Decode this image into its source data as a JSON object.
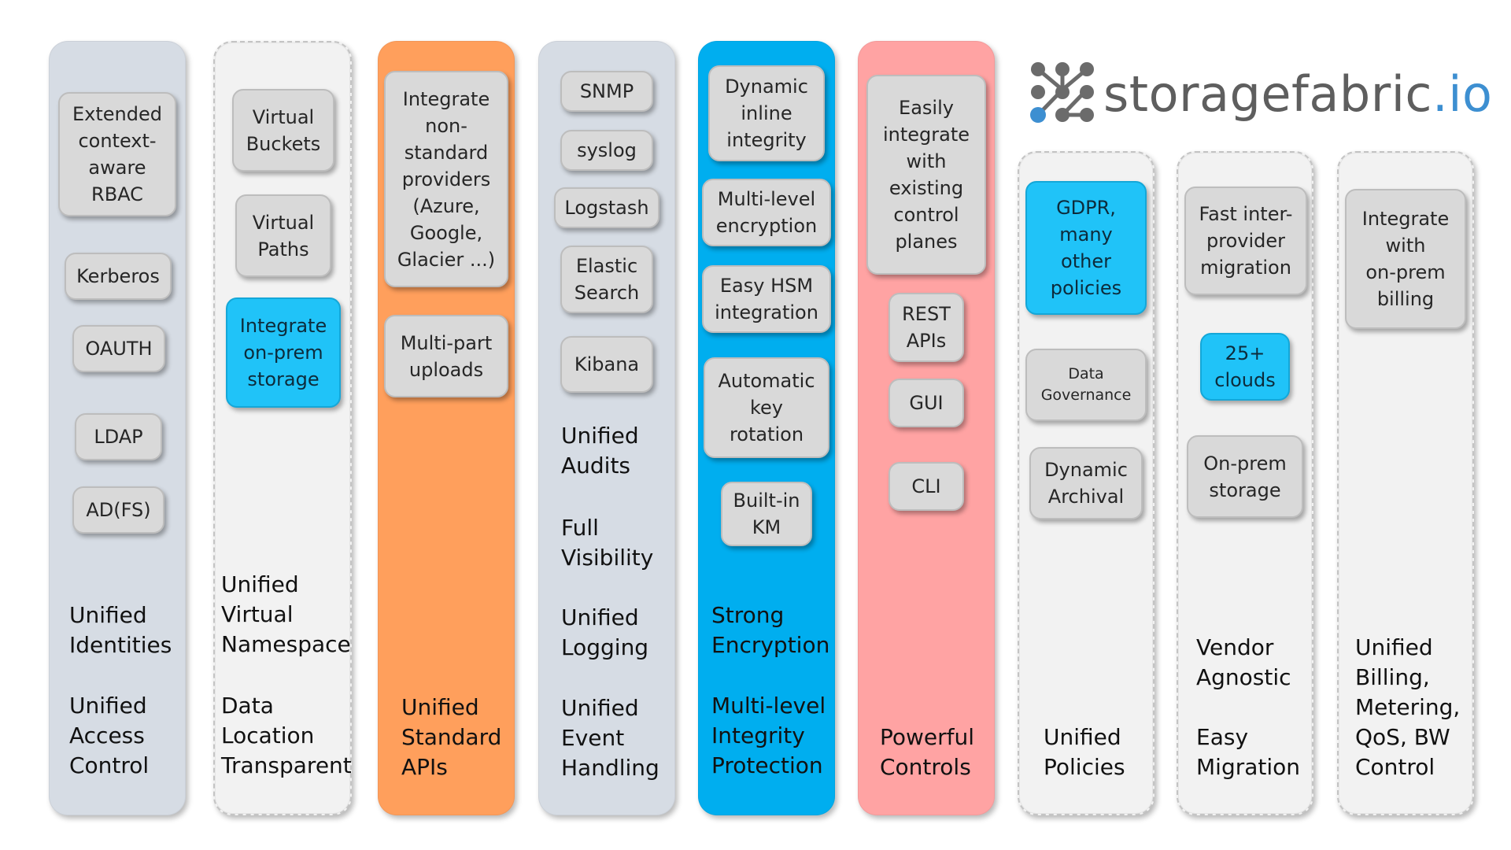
{
  "logo": {
    "wordmark": "storagefabric",
    "tld": ".io",
    "icon": "network-nodes-icon",
    "accent_color": "#3d8fd1"
  },
  "columns": [
    {
      "id": "identities",
      "color": "#d6dce4",
      "boxes": [
        "Extended context-aware RBAC",
        "Kerberos",
        "OAUTH",
        "LDAP",
        "AD(FS)"
      ],
      "labels": [
        "Unified Identities",
        "Unified Access Control"
      ]
    },
    {
      "id": "namespace",
      "color": "#f2f2f2",
      "boxes": [
        "Virtual Buckets",
        "Virtual Paths",
        "Integrate on-prem storage"
      ],
      "labels": [
        "Unified Virtual Namespace",
        "Data Location Transparent"
      ]
    },
    {
      "id": "apis",
      "color": "#ff9f5c",
      "boxes": [
        "Integrate non-standard providers (Azure, Google, Glacier ...)",
        "Multi-part uploads"
      ],
      "labels": [
        "Unified Standard APIs"
      ]
    },
    {
      "id": "audits",
      "color": "#d6dce4",
      "boxes": [
        "SNMP",
        "syslog",
        "Logstash",
        "Elastic Search",
        "Kibana"
      ],
      "labels": [
        "Unified Audits",
        "Full Visibility",
        "Unified Logging",
        "Unified Event Handling"
      ]
    },
    {
      "id": "encryption",
      "color": "#00aeef",
      "boxes": [
        "Dynamic inline integrity",
        "Multi-level encryption",
        "Easy HSM integration",
        "Automatic key rotation",
        "Built-in KM"
      ],
      "labels": [
        "Strong Encryption",
        "Multi-level Integrity Protection"
      ]
    },
    {
      "id": "controls",
      "color": "#ffa3a3",
      "boxes": [
        "Easily integrate with existing control planes",
        "REST APIs",
        "GUI",
        "CLI"
      ],
      "labels": [
        "Powerful Controls"
      ]
    },
    {
      "id": "policies",
      "color": "#f2f2f2",
      "boxes": [
        "GDPR, many other policies",
        "Data Governance",
        "Dynamic Archival"
      ],
      "labels": [
        "Unified Policies"
      ]
    },
    {
      "id": "migration",
      "color": "#f2f2f2",
      "boxes": [
        "Fast inter-provider migration",
        "25+ clouds",
        "On-prem storage"
      ],
      "labels": [
        "Vendor Agnostic",
        "Easy Migration"
      ]
    },
    {
      "id": "billing",
      "color": "#f2f2f2",
      "boxes": [
        "Integrate with on-prem billing"
      ],
      "labels": [
        "Unified Billing, Metering, QoS, BW Control"
      ]
    }
  ]
}
